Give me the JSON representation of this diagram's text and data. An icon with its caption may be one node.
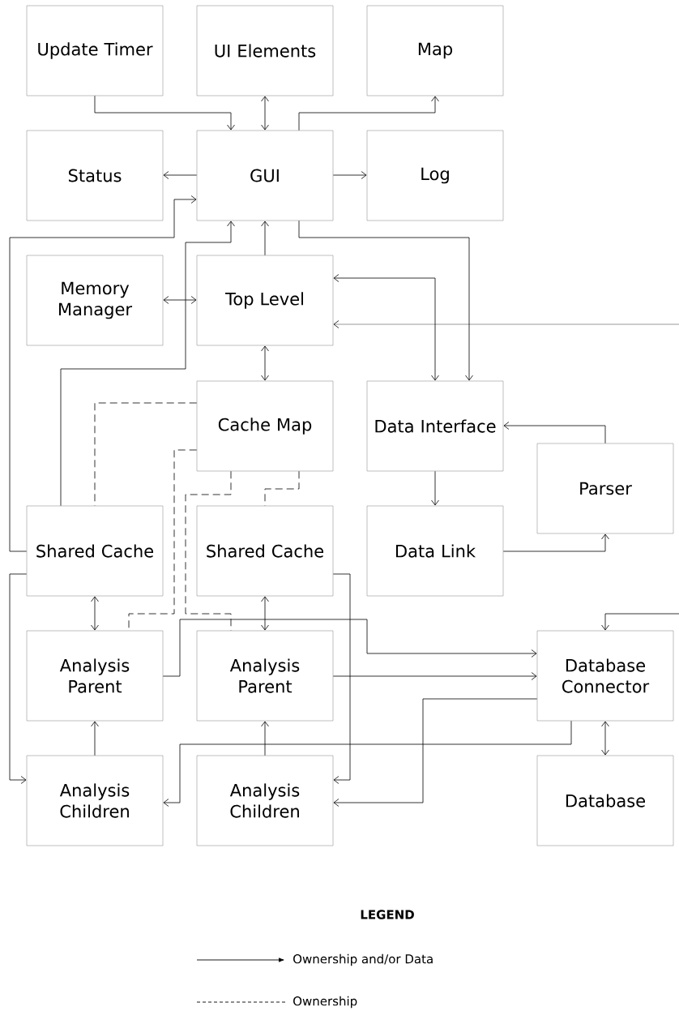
{
  "diagram": {
    "nodes": [
      {
        "text": [
          "Update Timer"
        ]
      },
      {
        "text": [
          "UI Elements"
        ]
      },
      {
        "text": [
          "Map"
        ]
      },
      {
        "text": [
          "Status"
        ]
      },
      {
        "text": [
          "GUI"
        ]
      },
      {
        "text": [
          "Log"
        ]
      },
      {
        "text": [
          "Memory Manager"
        ]
      },
      {
        "text": [
          "Top Level"
        ]
      },
      {
        "text": [
          "Cache Map"
        ]
      },
      {
        "text": [
          "Data Interface"
        ]
      },
      {
        "text": [
          "Parser"
        ]
      },
      {
        "text": [
          "Shared Cache"
        ]
      },
      {
        "text": [
          "Shared Cache"
        ]
      },
      {
        "text": [
          "Data Link"
        ]
      },
      {
        "text": [
          "Analysis Parent"
        ]
      },
      {
        "text": [
          "Analysis Parent"
        ]
      },
      {
        "text": [
          "Database Connector"
        ]
      },
      {
        "text": [
          "Analysis Children"
        ]
      },
      {
        "text": [
          "Analysis Children"
        ]
      },
      {
        "text": [
          "Database"
        ]
      }
    ],
    "edges": [
      {
        "from": 0,
        "to": 4,
        "arrow": "to"
      },
      {
        "from": 1,
        "to": 4,
        "arrow": "both"
      },
      {
        "from": 4,
        "to": 2,
        "arrow": "to"
      },
      {
        "from": 4,
        "to": 3,
        "arrow": "to"
      },
      {
        "from": 4,
        "to": 5,
        "arrow": "to"
      },
      {
        "from": 11,
        "to": 4,
        "arrow": "to"
      },
      {
        "from": 11,
        "to": 4,
        "arrow": "to"
      },
      {
        "from": 7,
        "to": 4,
        "arrow": "to"
      },
      {
        "from": 4,
        "to": 9,
        "arrow": "to"
      },
      {
        "from": 6,
        "to": 7,
        "arrow": "both"
      },
      {
        "from": 7,
        "to": 9,
        "arrow": "both"
      },
      {
        "from": null,
        "to": 7,
        "arrow": "to"
      },
      {
        "from": null,
        "to": 16,
        "arrow": "to"
      },
      {
        "from": 7,
        "to": 8,
        "arrow": "both"
      },
      {
        "from": 10,
        "to": 9,
        "arrow": "to"
      },
      {
        "from": 9,
        "to": 13,
        "arrow": "to"
      },
      {
        "from": 13,
        "to": 10,
        "arrow": "to"
      },
      {
        "from": 8,
        "to": 11,
        "arrow": "none",
        "style": "dashed"
      },
      {
        "from": 8,
        "to": 14,
        "arrow": "none",
        "style": "dashed"
      },
      {
        "from": 8,
        "to": 15,
        "arrow": "none",
        "style": "dashed"
      },
      {
        "from": 8,
        "to": 12,
        "arrow": "none",
        "style": "dashed"
      },
      {
        "from": 11,
        "to": 14,
        "arrow": "both"
      },
      {
        "from": 12,
        "to": 15,
        "arrow": "both"
      },
      {
        "from": 14,
        "to": 16,
        "arrow": "to"
      },
      {
        "from": 15,
        "to": 16,
        "arrow": "to"
      },
      {
        "from": 16,
        "to": 17,
        "arrow": "to"
      },
      {
        "from": 16,
        "to": 18,
        "arrow": "to"
      },
      {
        "from": 12,
        "to": 18,
        "arrow": "to"
      },
      {
        "from": 11,
        "to": 17,
        "arrow": "to"
      },
      {
        "from": 17,
        "to": 14,
        "arrow": "to"
      },
      {
        "from": 18,
        "to": 15,
        "arrow": "to"
      },
      {
        "from": 16,
        "to": 19,
        "arrow": "both"
      }
    ],
    "labels": [
      "LEGEND"
    ],
    "legend": [
      {
        "text": "Ownership and/or Data"
      },
      {
        "text": "Ownership"
      }
    ]
  }
}
